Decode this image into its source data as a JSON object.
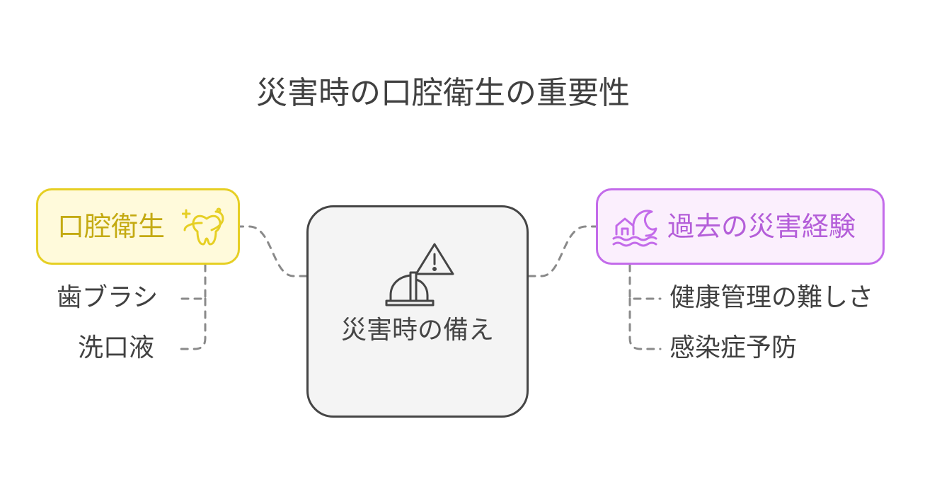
{
  "title": "災害時の口腔衛生の重要性",
  "center": {
    "label": "災害時の備え",
    "icon": "hardhat-warning-icon"
  },
  "left": {
    "label": "口腔衛生",
    "icon": "tooth-sparkle-icon",
    "color": "#e6cf24",
    "fill": "#fffadb",
    "items": [
      "歯ブラシ",
      "洗口液"
    ]
  },
  "right": {
    "label": "過去の災害経験",
    "icon": "house-flood-wave-icon",
    "color": "#c36bea",
    "fill": "#fbeffd",
    "items": [
      "健康管理の難しさ",
      "感染症予防"
    ]
  },
  "connector_color": "#8a8a8a"
}
